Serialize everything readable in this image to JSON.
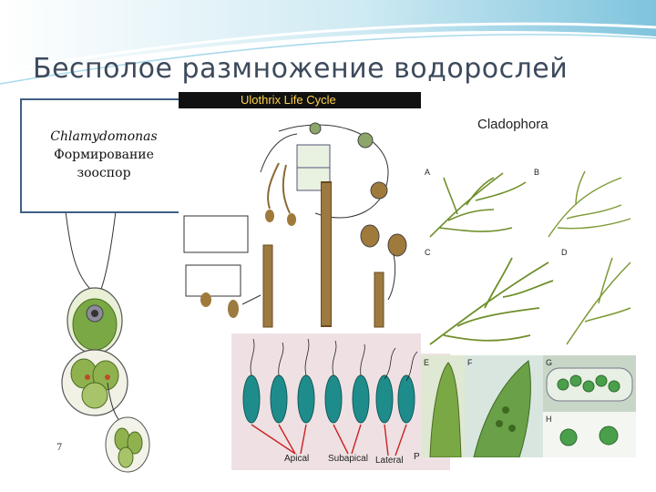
{
  "slide": {
    "title": "Бесполое размножение водорослей",
    "caption_lines": [
      "Chlamydomonas",
      "Формирование",
      "зооспор"
    ]
  },
  "ulothrix": {
    "title": "Ulothrix Life Cycle"
  },
  "cladophora": {
    "title": "Cladophora",
    "panel_letters": [
      "A",
      "B",
      "C",
      "D",
      "E",
      "F",
      "G",
      "H"
    ]
  },
  "zoospores": {
    "labels": [
      "Apical",
      "Subapical",
      "Lateral",
      "P"
    ]
  },
  "colors": {
    "accent": "#3e5f86",
    "title": "#3d4a5c",
    "alga_green": "#6f8f2a",
    "zoospore_teal": "#1f8c8c",
    "arrow_red": "#cc2222"
  }
}
